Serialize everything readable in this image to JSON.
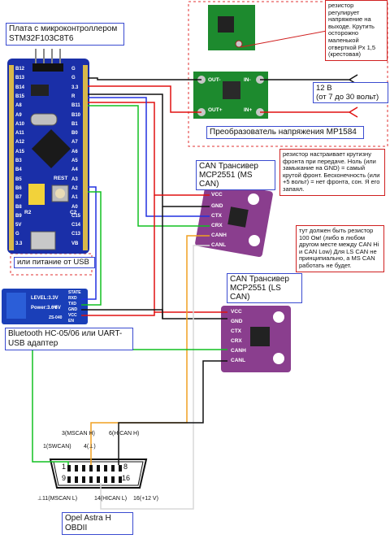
{
  "labels": {
    "board_title": "Плата с микроконтроллером STM32F103C8T6",
    "usb_power": "или питание от USB",
    "bt_adapter": "Bluetooth HC-05/06 или UART-USB адаптер",
    "regulator_note": "резистор регулирует напряжение на выходе. Крутить осторожно маленькой отверткой Px 1,5 (крестовая)",
    "input_voltage": "12 В\n(от 7 до 30 вольт)",
    "converter_title": "Преобразователь напряжения MP1584",
    "can_ms_title": "CAN Трансивер MCP2551 (MS CAN)",
    "can_ms_note": "резистор настраивает крутизну фронта при передаче. Ноль (или замыкание на GND) = самый крутой фронт. Бесконечность (или +5 вольт) = нет фронта, сон. Я его запаял.",
    "can_ls_title": "CAN Трансивер MCP2551 (LS CAN)",
    "can_ls_note": "тут должен быть резистор 100 Ом! (либо в любом другом месте между CAN Hi и CAN Low) Для LS CAN не принципиально, а MS CAN работать не будет.",
    "car_title": "Opel Astra H\nOBDII"
  },
  "transceiver_pins": [
    "VCC",
    "GND",
    "CTX",
    "CRX",
    "CANH",
    "CANL"
  ],
  "obd": {
    "pin3": "3(MSCAN H)",
    "pin6": "6(HICAN H)",
    "pin1": "1(SWCAN)",
    "pin4": "4(⊥)",
    "row1_left": "1",
    "row1_right": "8",
    "row2_left": "9",
    "row2_right": "16",
    "pin5": "⊥",
    "pin11": "11(MSCAN L)",
    "pin14": "14(HICAN L)",
    "pin16": "16(+12 V)"
  },
  "board": {
    "left_pins": [
      "B12",
      "B13",
      "B14",
      "B15",
      "A8",
      "A9",
      "A10",
      "A11",
      "A12",
      "A15",
      "B3",
      "B4",
      "B5",
      "B6",
      "B7",
      "B8",
      "B9",
      "5V",
      "G",
      "3.3"
    ],
    "right_pins": [
      "G",
      "G",
      "3.3",
      "R",
      "B11",
      "B10",
      "B1",
      "B0",
      "A7",
      "A6",
      "A5",
      "A4",
      "A3",
      "A2",
      "A1",
      "A0",
      "C15",
      "C14",
      "C13",
      "VB"
    ],
    "reset_label": "REST",
    "r2": "R2",
    "c2": "C2"
  },
  "converter": {
    "in_minus": "IN-",
    "in_plus": "IN+",
    "out_minus": "OUT-",
    "out_plus": "OUT+"
  },
  "bt_module": {
    "level": "LEVEL:3.3V",
    "power": "Power:3.6V",
    "power_right": "~6V",
    "model": "ZS-040",
    "pins": [
      "STATE",
      "RXD",
      "TXD",
      "GND",
      "VCC",
      "EN"
    ]
  },
  "colors": {
    "wire_red": "#e01010",
    "wire_black": "#111111",
    "wire_blue": "#2030e0",
    "wire_green": "#10c020",
    "wire_orange": "#f0a020",
    "wire_white": "#d8d8d8",
    "board_blue": "#1a2fa8",
    "can_purple": "#8a3e8e",
    "converter_green": "#1d8a2e"
  }
}
